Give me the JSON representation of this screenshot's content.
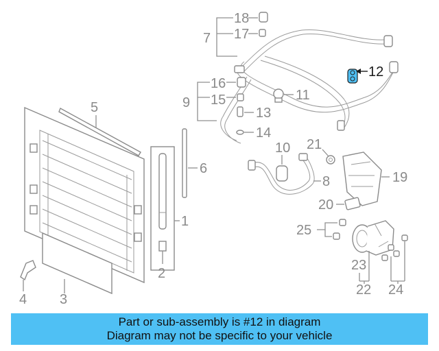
{
  "callouts": [
    "1",
    "2",
    "3",
    "4",
    "5",
    "6",
    "7",
    "8",
    "9",
    "10",
    "11",
    "12",
    "13",
    "14",
    "15",
    "16",
    "17",
    "18",
    "19",
    "20",
    "21",
    "22",
    "23",
    "24",
    "25"
  ],
  "highlighted_part": "12",
  "highlight_color": "#4fc0f4",
  "banner": {
    "line1": "Part or sub-assembly is #12 in diagram",
    "line2": "Diagram may not be specific to your vehicle"
  }
}
